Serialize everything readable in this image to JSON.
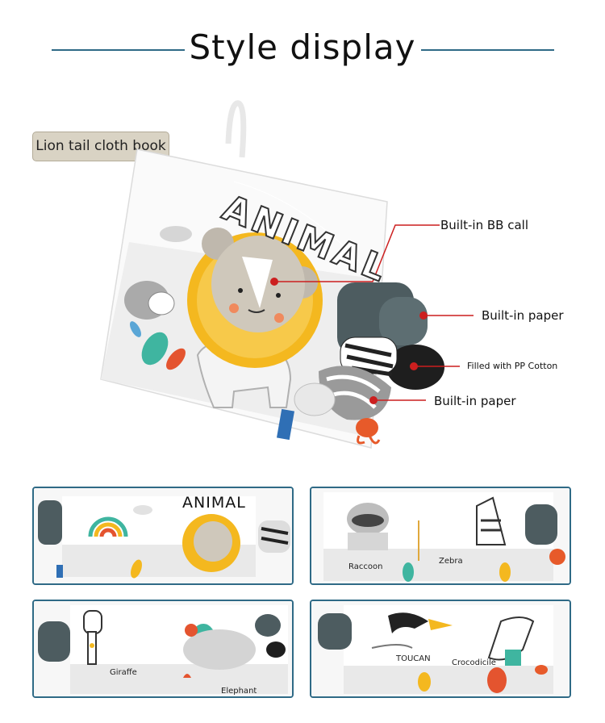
{
  "header": {
    "title": "Style display"
  },
  "badge": {
    "label": "Lion tail cloth book"
  },
  "product": {
    "cover_text": "ANIMAL"
  },
  "callouts": [
    {
      "text": "Built-in BB call"
    },
    {
      "text": "Built-in paper"
    },
    {
      "text": "Filled with PP Cotton"
    },
    {
      "text": "Built-in paper"
    }
  ],
  "thumbnails": [
    {
      "title": "ANIMAL",
      "labels": []
    },
    {
      "labels": [
        "Raccoon",
        "Zebra"
      ]
    },
    {
      "labels": [
        "Giraffe",
        "Elephant"
      ]
    },
    {
      "labels": [
        "TOUCAN",
        "Crocodicile"
      ]
    }
  ],
  "colors": {
    "accent": "#2f6a86",
    "callout_line": "#cc1f1f",
    "badge": "#d9d3c4"
  }
}
